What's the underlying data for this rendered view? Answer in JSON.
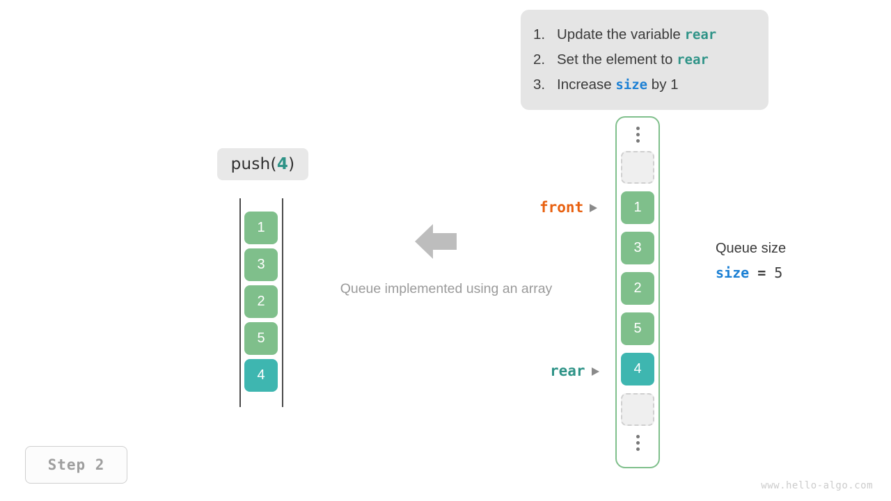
{
  "instructions": {
    "items": [
      {
        "num": "1.",
        "pre": "Update the variable ",
        "code": "rear",
        "code_color": "teal",
        "post": ""
      },
      {
        "num": "2.",
        "pre": "Set the element to ",
        "code": "rear",
        "code_color": "teal",
        "post": ""
      },
      {
        "num": "3.",
        "pre": "Increase ",
        "code": "size",
        "code_color": "blue",
        "post": " by 1"
      }
    ]
  },
  "operation": {
    "name": "push(",
    "arg": "4",
    "close": ")"
  },
  "left_array": {
    "cells": [
      {
        "value": "1",
        "style": "green"
      },
      {
        "value": "3",
        "style": "green"
      },
      {
        "value": "2",
        "style": "green"
      },
      {
        "value": "5",
        "style": "green"
      },
      {
        "value": "4",
        "style": "teal"
      }
    ]
  },
  "right_array": {
    "top_ellipsis": "⋮",
    "bottom_ellipsis": "⋮",
    "cells": [
      {
        "value": "",
        "style": "empty"
      },
      {
        "value": "1",
        "style": "green"
      },
      {
        "value": "3",
        "style": "green"
      },
      {
        "value": "2",
        "style": "green"
      },
      {
        "value": "5",
        "style": "green"
      },
      {
        "value": "4",
        "style": "teal"
      },
      {
        "value": "",
        "style": "empty"
      }
    ]
  },
  "pointers": {
    "front": "front",
    "rear": "rear"
  },
  "center": {
    "caption": "Queue implemented using an array",
    "arrow_direction": "left"
  },
  "size_readout": {
    "title": "Queue size",
    "var": "size",
    "equals": " = ",
    "value": "5"
  },
  "step": {
    "label": "Step 2"
  },
  "footer": {
    "url": "www.hello-algo.com"
  },
  "colors": {
    "green": "#7fbf8b",
    "teal": "#3eb6b0",
    "blue": "#1a7fd4",
    "orange": "#e8600f",
    "panel_bg": "#e5e5e5",
    "gray_text": "#9a9a9a"
  }
}
